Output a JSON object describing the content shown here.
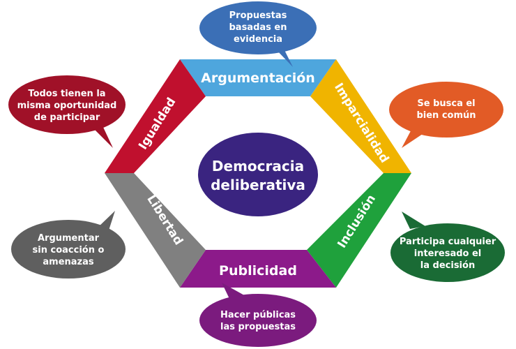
{
  "center": {
    "lines": [
      "Democracia",
      "deliberativa"
    ],
    "color": "#3a2480"
  },
  "segments": {
    "argumentacion": {
      "label": "Argumentación",
      "color": "#4ea6dd"
    },
    "imparcialidad": {
      "label": "Imparcialidad",
      "color": "#f0b400"
    },
    "inclusion": {
      "label": "Inclusión",
      "color": "#1fa13c"
    },
    "publicidad": {
      "label": "Publicidad",
      "color": "#8c1a8a"
    },
    "libertad": {
      "label": "Libertad",
      "color": "#808080"
    },
    "igualdad": {
      "label": "Igualdad",
      "color": "#c0102e"
    }
  },
  "bubbles": {
    "argumentacion": {
      "lines": [
        "Propuestas",
        "basadas en",
        "evidencia"
      ],
      "color": "#3b6fb6"
    },
    "imparcialidad": {
      "lines": [
        "Se busca el",
        "bien común"
      ],
      "color": "#e25b26"
    },
    "inclusion": {
      "lines": [
        "Participa cualquier",
        "interesado el",
        "la decisión"
      ],
      "color": "#1a6b35"
    },
    "publicidad": {
      "lines": [
        "Hacer públicas",
        "las propuestas"
      ],
      "color": "#7b1b7e"
    },
    "libertad": {
      "lines": [
        "Argumentar",
        "sin coacción o",
        "amenazas"
      ],
      "color": "#5f5f5f"
    },
    "igualdad": {
      "lines": [
        "Todos tienen la",
        "misma oportunidad",
        "de participar"
      ],
      "color": "#a01128"
    }
  }
}
